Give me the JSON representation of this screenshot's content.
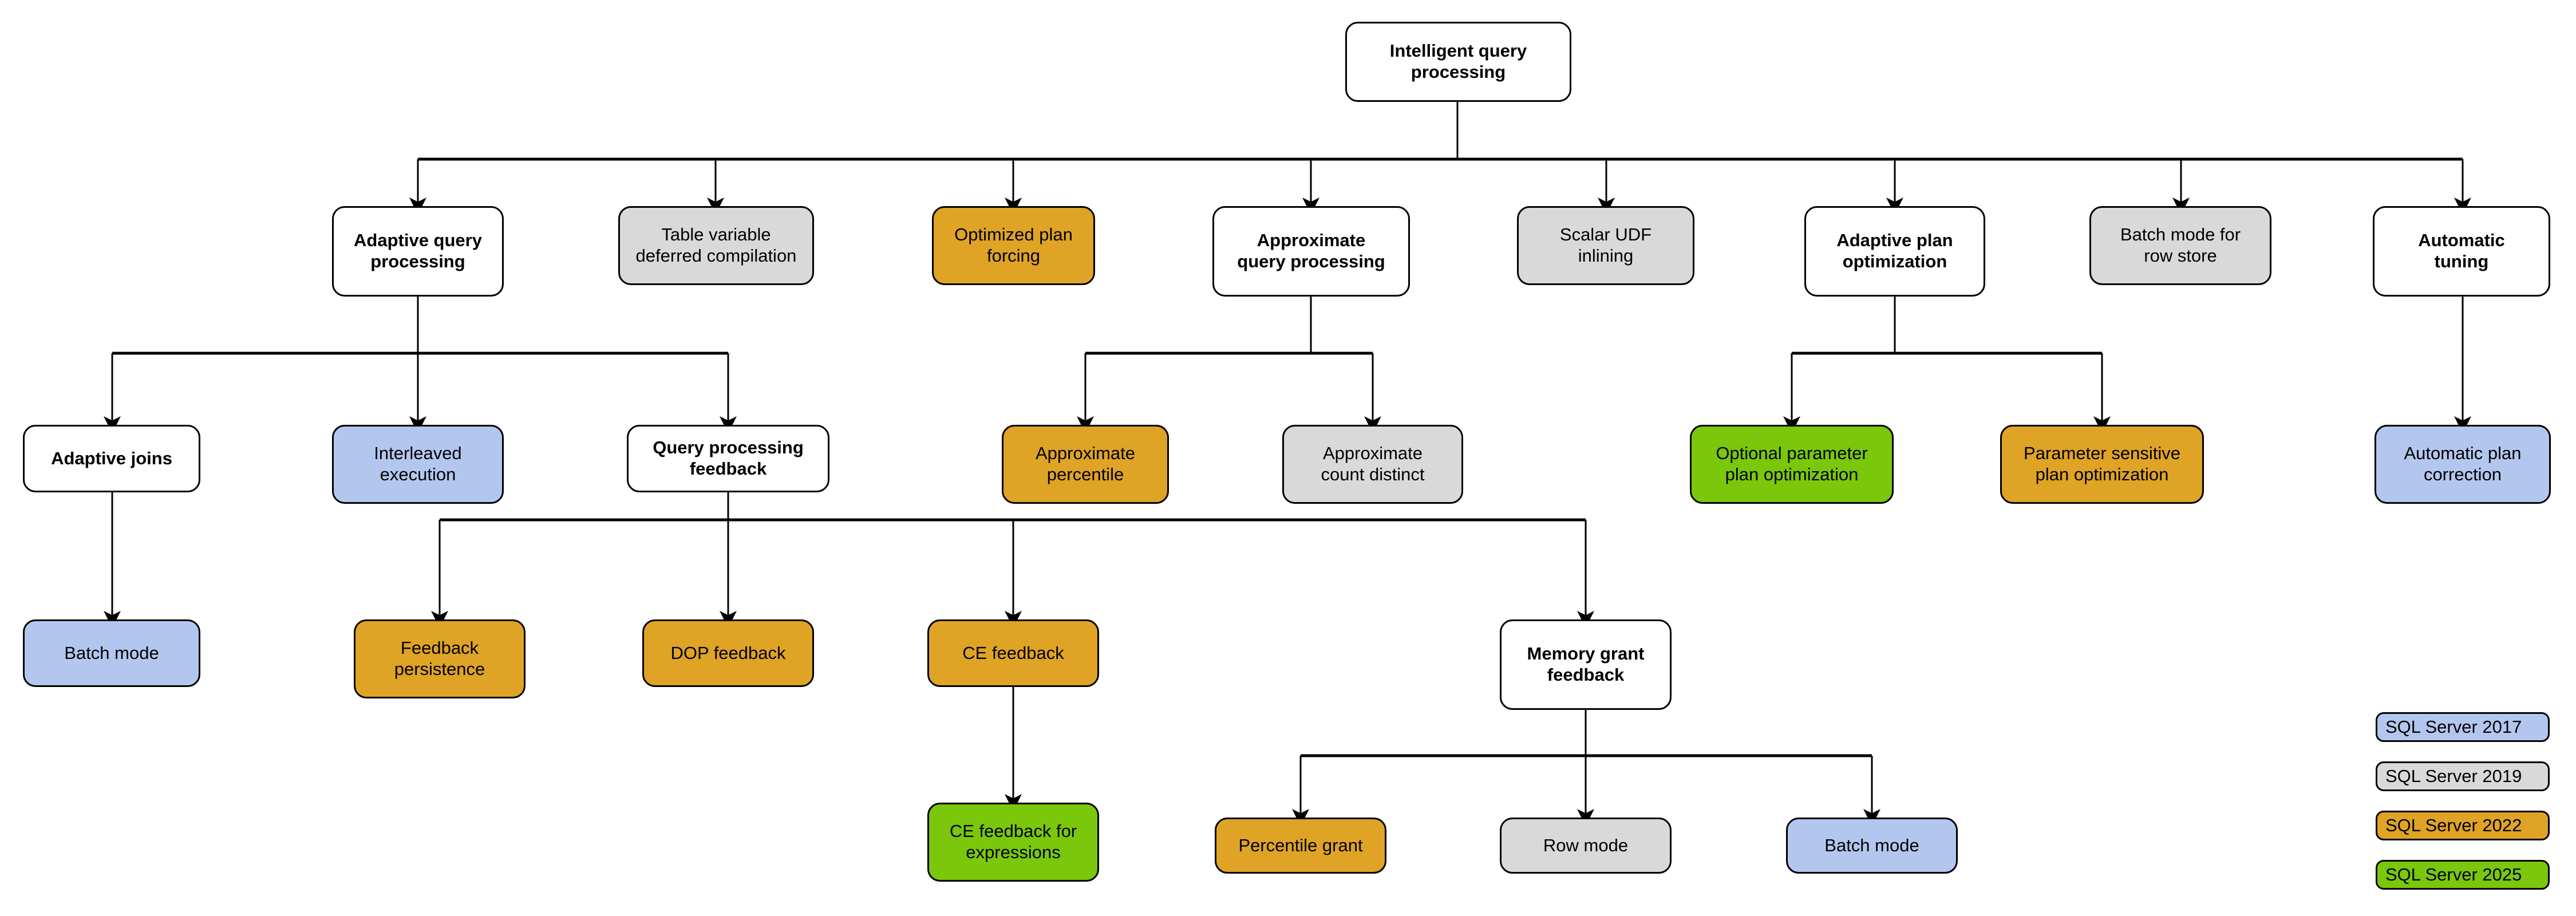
{
  "diagram": {
    "title": "Intelligent query processing",
    "type": "tree",
    "colors": {
      "sql_server_2017": "#b3c7ee",
      "sql_server_2019": "#d9d9d9",
      "sql_server_2022": "#dfa325",
      "sql_server_2025": "#7ac70c",
      "neutral": "#ffffff",
      "stroke": "#000000"
    },
    "nodes": {
      "root": "Intelligent query\nprocessing",
      "adaptive_query_processing": "Adaptive query\nprocessing",
      "table_variable_deferred_compilation": "Table variable\ndeferred compilation",
      "optimized_plan_forcing": "Optimized plan\nforcing",
      "approximate_query_processing": "Approximate\nquery processing",
      "scalar_udf_inlining": "Scalar UDF\ninlining",
      "adaptive_plan_optimization": "Adaptive plan\noptimization",
      "batch_mode_for_row_store": "Batch mode for\nrow store",
      "automatic_tuning": "Automatic\ntuning",
      "adaptive_joins": "Adaptive joins",
      "interleaved_execution": "Interleaved\nexecution",
      "query_processing_feedback": "Query processing\nfeedback",
      "approximate_percentile": "Approximate\npercentile",
      "approximate_count_distinct": "Approximate\ncount distinct",
      "optional_parameter_plan_optimization": "Optional parameter\nplan optimization",
      "parameter_sensitive_plan_optimization": "Parameter sensitive\nplan optimization",
      "automatic_plan_correction": "Automatic plan\ncorrection",
      "batch_mode_adaptive_joins": "Batch mode",
      "feedback_persistence": "Feedback\npersistence",
      "dop_feedback": "DOP feedback",
      "ce_feedback": "CE feedback",
      "memory_grant_feedback": "Memory grant\nfeedback",
      "ce_feedback_for_expressions": "CE feedback for\nexpressions",
      "percentile_grant": "Percentile grant",
      "row_mode": "Row mode",
      "batch_mode_memory_grant": "Batch mode"
    },
    "legend": {
      "items": [
        {
          "label": "SQL Server 2017",
          "color": "#b3c7ee"
        },
        {
          "label": "SQL Server 2019",
          "color": "#d9d9d9"
        },
        {
          "label": "SQL Server 2022",
          "color": "#dfa325"
        },
        {
          "label": "SQL Server 2025",
          "color": "#7ac70c"
        }
      ]
    }
  }
}
